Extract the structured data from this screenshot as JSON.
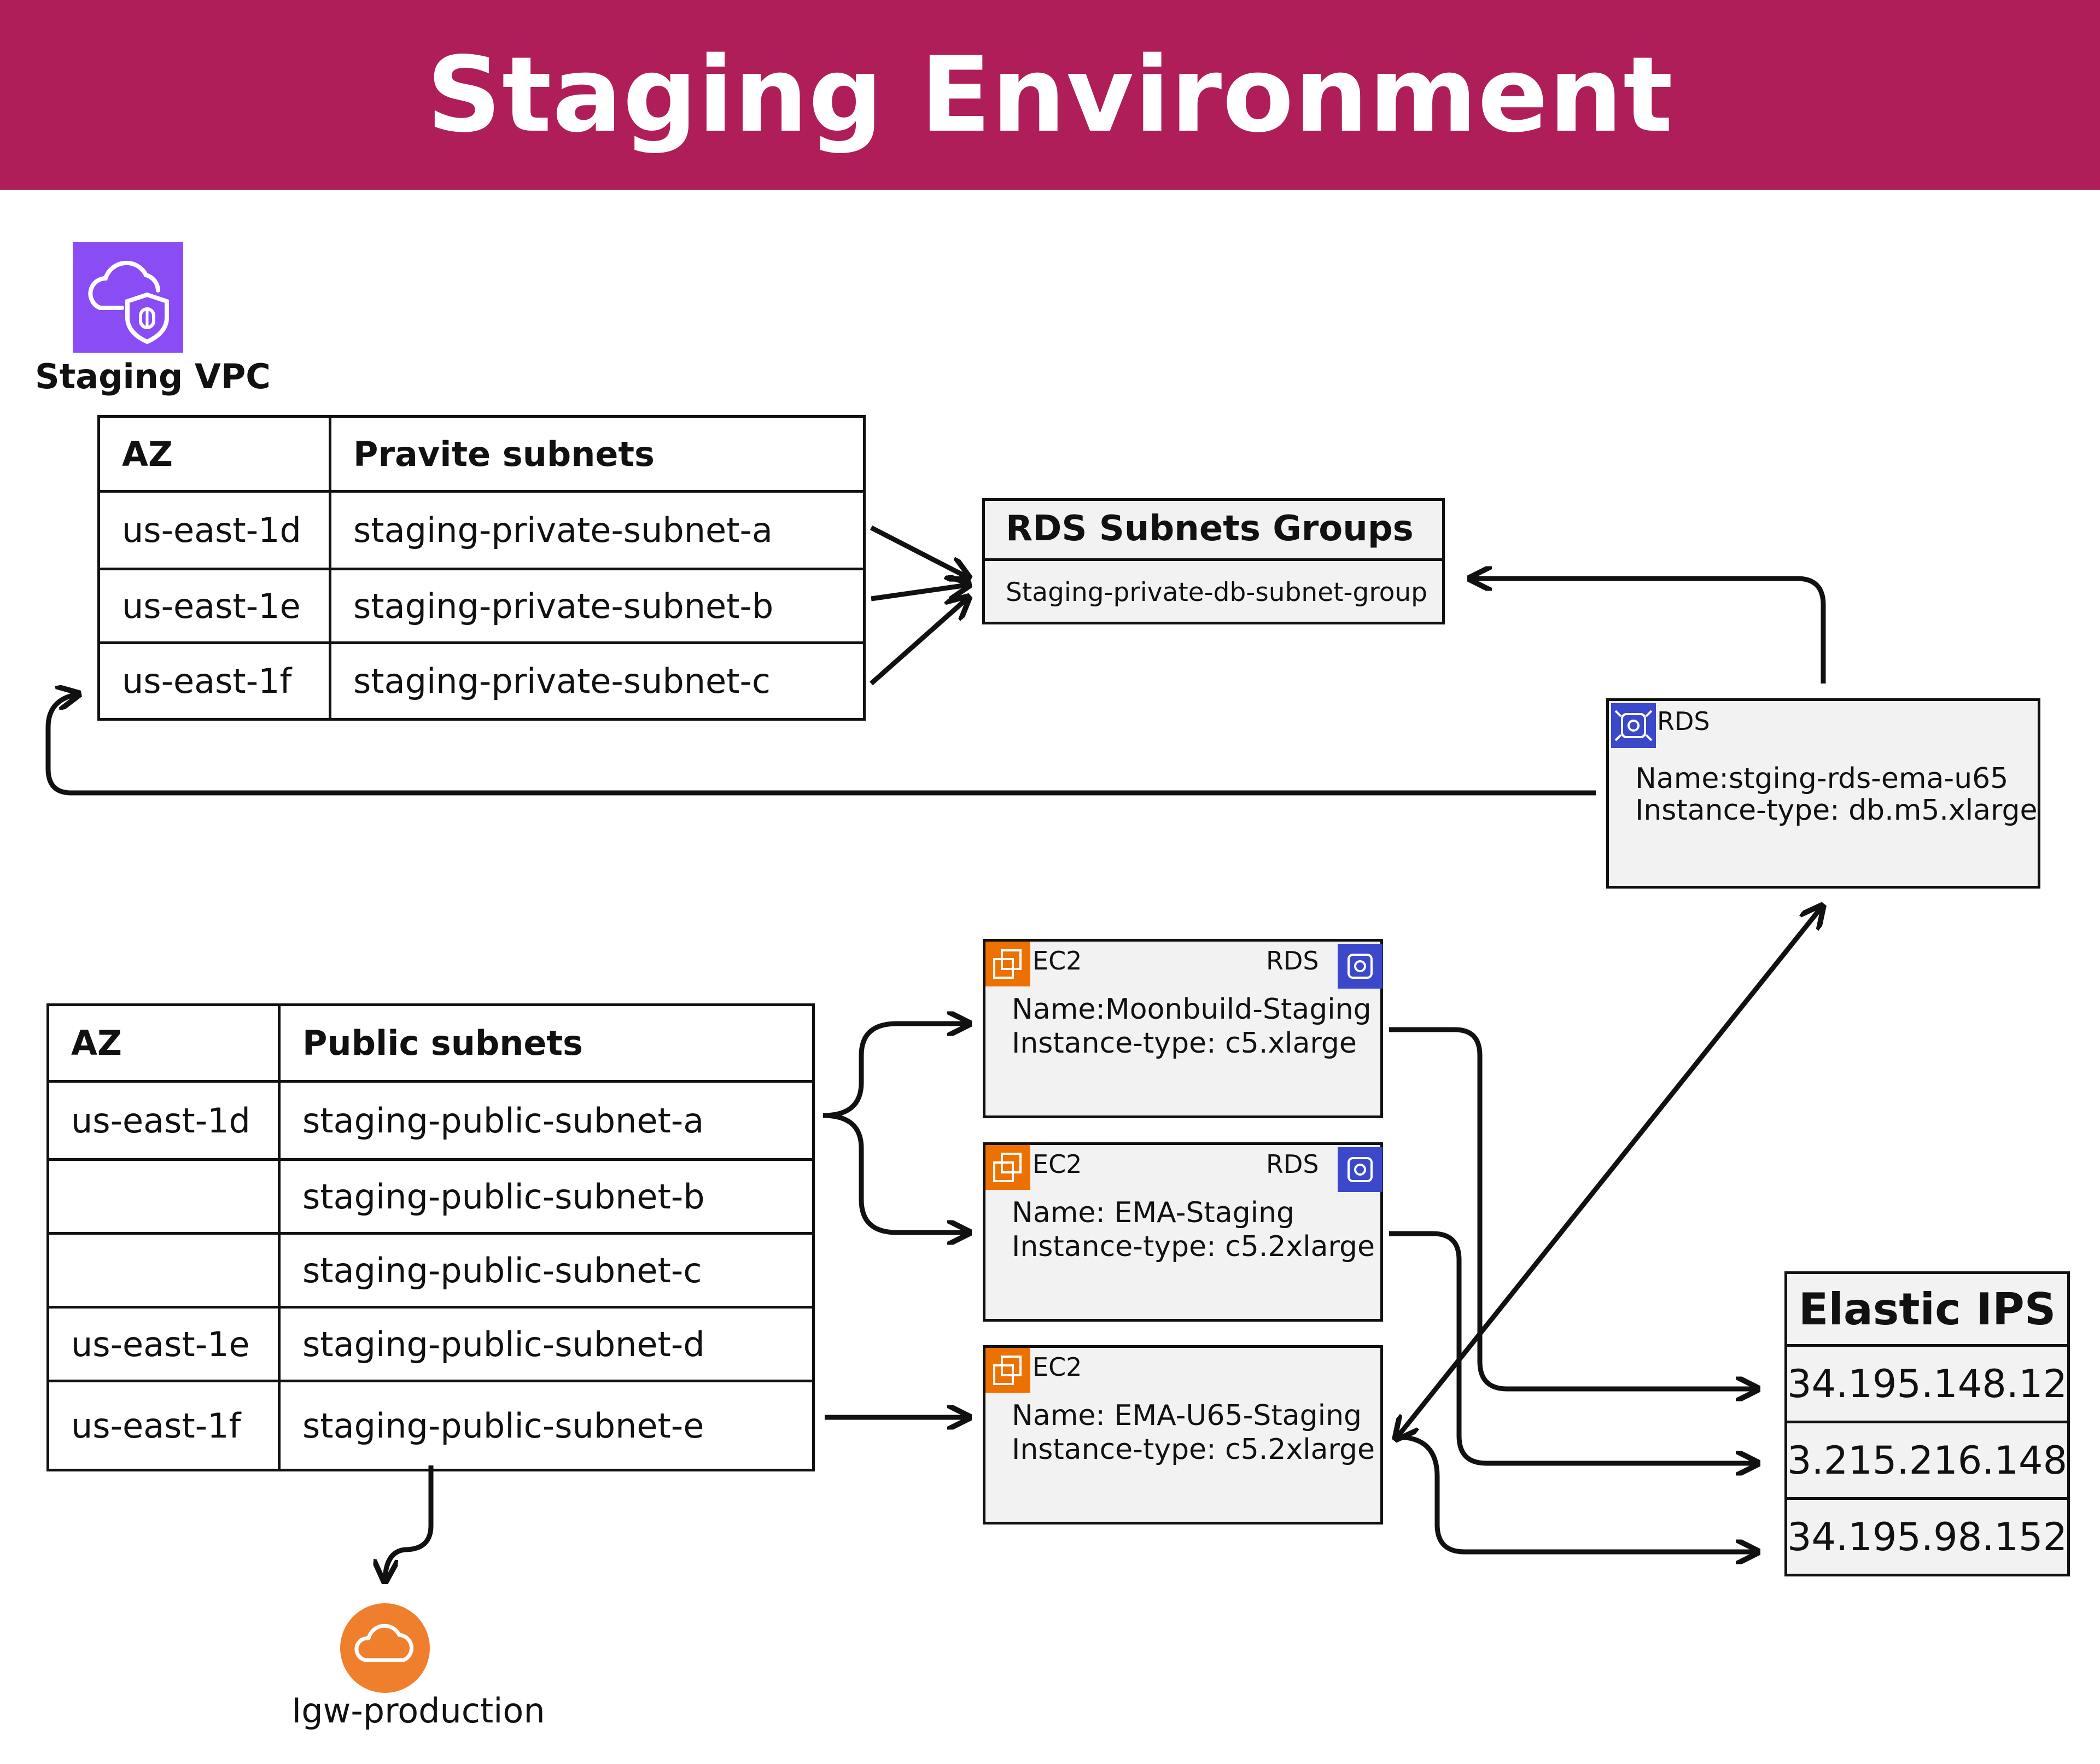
{
  "title": "Staging Environment",
  "vpc": {
    "label": "Staging VPC",
    "icon": "vpc-cloud-shield-icon"
  },
  "private_table": {
    "headers": [
      "AZ",
      "Pravite subnets"
    ],
    "rows": [
      [
        "us-east-1d",
        "staging-private-subnet-a"
      ],
      [
        "us-east-1e",
        "staging-private-subnet-b"
      ],
      [
        "us-east-1f",
        "staging-private-subnet-c"
      ]
    ]
  },
  "rds_subnet_group": {
    "title": "RDS Subnets Groups",
    "value": "Staging-private-db-subnet-group"
  },
  "rds_instance": {
    "type_label": "RDS",
    "name": "Name:stging-rds-ema-u65",
    "instance_type": "Instance-type: db.m5.xlarge",
    "icon": "rds-icon"
  },
  "public_table": {
    "headers": [
      "AZ",
      "Public subnets"
    ],
    "rows": [
      [
        "us-east-1d",
        "staging-public-subnet-a"
      ],
      [
        "",
        "staging-public-subnet-b"
      ],
      [
        "",
        "staging-public-subnet-c"
      ],
      [
        "us-east-1e",
        "staging-public-subnet-d"
      ],
      [
        "us-east-1f",
        "staging-public-subnet-e"
      ]
    ]
  },
  "ec2_nodes": [
    {
      "type_label": "EC2",
      "rds_label": "RDS",
      "name": "Name:Moonbuild-Staging",
      "instance_type": "Instance-type: c5.xlarge"
    },
    {
      "type_label": "EC2",
      "rds_label": "RDS",
      "name": "Name: EMA-Staging",
      "instance_type": "Instance-type: c5.2xlarge"
    },
    {
      "type_label": "EC2",
      "rds_label": "",
      "name": "Name: EMA-U65-Staging",
      "instance_type": "Instance-type: c5.2xlarge"
    }
  ],
  "elastic_ips": {
    "header": "Elastic IPS",
    "values": [
      "34.195.148.12",
      "3.215.216.148",
      "34.195.98.152"
    ]
  },
  "igw": {
    "label": "Igw-production",
    "icon": "cloud-icon"
  },
  "colors": {
    "banner": "#b01e5a",
    "vpc": "#8a4df5",
    "ec2": "#ed7100",
    "rds": "#3b48cc",
    "igw": "#f07f2d"
  }
}
